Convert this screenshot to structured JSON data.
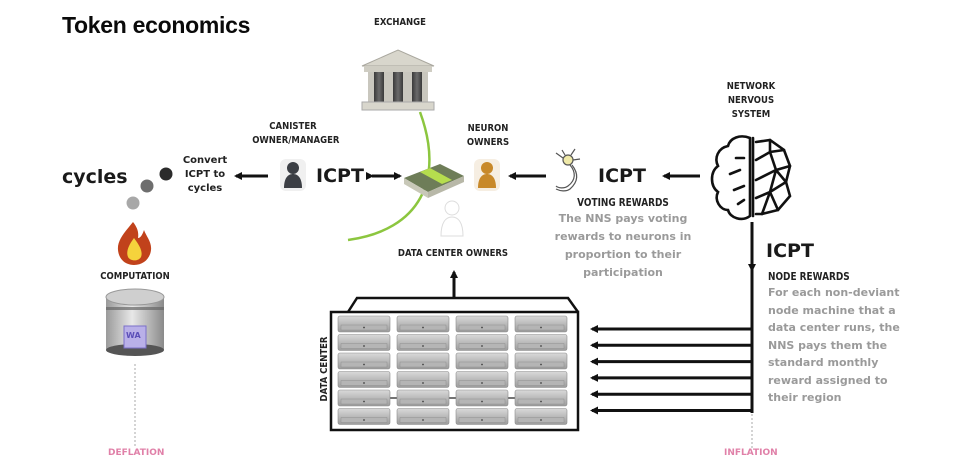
{
  "title": "Token economics",
  "nodes": {
    "exchange": {
      "label": "EXCHANGE",
      "icon": "bank-building-icon"
    },
    "canister_owner": {
      "label_line1": "CANISTER",
      "label_line2": "OWNER/MANAGER",
      "icon": "person-icon"
    },
    "neuron_owners": {
      "label_line1": "NEURON",
      "label_line2": "OWNERS",
      "icon": "person-icon"
    },
    "data_center_owners": {
      "label": "DATA CENTER OWNERS",
      "icon": "person-icon"
    },
    "nns": {
      "label_line1": "NETWORK",
      "label_line2": "NERVOUS",
      "label_line3": "SYSTEM",
      "icon": "brain-network-icon"
    },
    "computation": {
      "label": "COMPUTATION",
      "icon": "fire-icon"
    },
    "canister_db": {
      "badge": "WA",
      "icon": "database-cylinder-icon"
    },
    "data_center": {
      "label": "DATA CENTER",
      "icon": "server-rack-icon",
      "columns": 4,
      "rows": 6
    }
  },
  "flows": {
    "cycles_label": "cycles",
    "convert_line1": "Convert",
    "convert_line2": "ICPT to",
    "convert_line3": "cycles",
    "icpt_canister": "ICPT",
    "icpt_voting": "ICPT",
    "icpt_node": "ICPT"
  },
  "voting_rewards": {
    "heading": "VOTING REWARDS",
    "lines": [
      "The NNS pays voting",
      "rewards to neurons in",
      "proportion to their",
      "participation"
    ]
  },
  "node_rewards": {
    "heading": "NODE REWARDS",
    "lines": [
      "For each non-deviant",
      "node machine that a",
      "data center runs, the",
      "NNS pays them the",
      "standard monthly",
      "reward assigned to",
      "their region"
    ]
  },
  "footer": {
    "left": "DEFLATION",
    "right": "INFLATION"
  },
  "colors": {
    "green_curve": "#8cc63f",
    "neuron_owner": "#c8892a",
    "canister_owner": "#3c3f45",
    "fire_outer": "#c1421b",
    "fire_inner": "#f5d33c",
    "pink_footer": "#e080a8"
  }
}
